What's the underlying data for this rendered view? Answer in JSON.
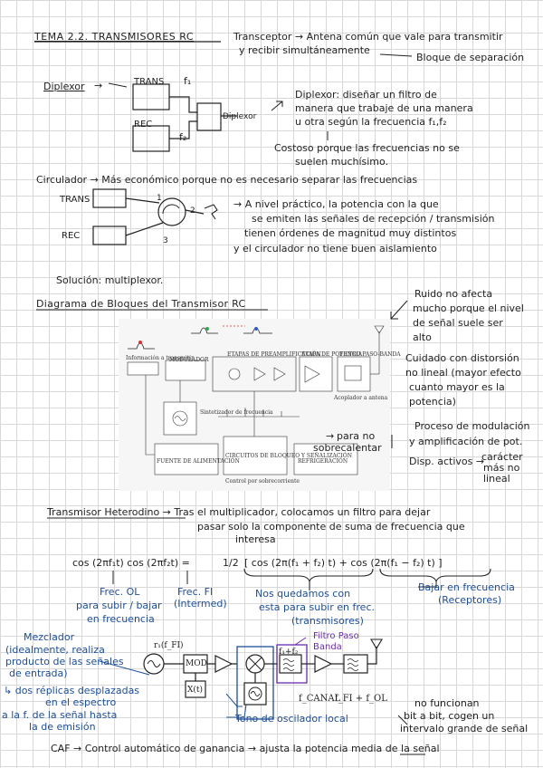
{
  "title": "TEMA 2.2. TRANSMISORES RC",
  "transceptor": {
    "line1": "Transceptor → Antena común que vale para transmitir",
    "line2": "y recibir simultáneamente",
    "bloque": "Bloque de separación"
  },
  "diplexor": {
    "label": "Diplexor",
    "trans": "TRANS",
    "rec": "REC",
    "f1": "f₁",
    "f2": "f₂",
    "box": "Diplexor",
    "note": [
      "Diplexor: diseñar un filtro de",
      "manera que trabaje de una manera",
      "u otra según la frecuencia f₁,f₂",
      "Costoso porque las frecuencias no se",
      "suelen muchísimo."
    ]
  },
  "circulador": {
    "line": "Circulador → Más económico porque no es necesario separar las frecuencias",
    "trans": "TRANS",
    "rec": "REC",
    "p1": "1",
    "p2": "2",
    "p3": "3",
    "note": [
      "→ A nivel práctico, la potencia con la que",
      "se emiten las señales de recepción / transmisión",
      "tienen órdenes de magnitud muy distintos",
      "y el circulador no tiene buen aislamiento"
    ]
  },
  "solucion": "Solución: multiplexor.",
  "diagrama_title": "Diagrama de Bloques del Transmisor RC",
  "side_notes": [
    "Ruido no afecta",
    "mucho porque el nivel",
    "de señal suele ser",
    "alto",
    "Cuidado con distorsión",
    "no lineal (mayor efecto",
    "cuanto mayor es la",
    "potencia)",
    "Proceso de modulación",
    "y amplificación de pot.",
    "Disp. activos →",
    "carácter",
    "más no",
    "lineal"
  ],
  "figure": {
    "labels": [
      "Información a transmitir",
      "MODULADOR",
      "ETAPAS DE PREAMPLIFICACIÓN",
      "ETAPA DE POTENCIA",
      "FILTRO PASO-BANDA",
      "FUENTE DE ALIMENTACIÓN",
      "CIRCUITOS DE BLOQUEO Y SEÑALIZACIÓN",
      "REFRIGERACIÓN",
      "Sintetizador de frecuencia",
      "Control por sobrecorriente",
      "Acoplador a antena"
    ],
    "para_no": "para no",
    "sobrecalentar": "sobrecalentar"
  },
  "heterodino": {
    "line1": "Transmisor Heterodino → Tras el multiplicador, colocamos un filtro para dejar",
    "line2": "pasar solo la componente de suma de frecuencia que",
    "line3": "interesa"
  },
  "formula": {
    "lhs": "cos (2πf₁t) cos (2πf₂t) = ",
    "half": "1/2",
    "rhs": "[ cos (2π(f₁ + f₂) t)  + cos (2π(f₁ − f₂) t) ]"
  },
  "annotations": {
    "frec_ol": [
      "Frec. OL",
      "para subir / bajar",
      "en frecuencia"
    ],
    "frec_fi": [
      "Frec. FI",
      "(Intermed)"
    ],
    "nos_quedamos": [
      "Nos quedamos con",
      "esta para subir en frec.",
      "(transmisores)"
    ],
    "bajar": [
      "Bajar en frecuencia",
      "(Receptores)"
    ]
  },
  "mezclador": {
    "title": "Mezclador",
    "lines": [
      "(idealmente, realiza",
      "producto de las señales",
      "de entrada)",
      "↳ dos réplicas desplazadas",
      "en el espectro",
      "a la f. de la señal hasta",
      "la de emisión"
    ]
  },
  "block2": {
    "fi": "r₁(f_FI)",
    "mod": "MOD",
    "xt": "X(t)",
    "filter": "Filtro Paso Banda",
    "fsum": "f₁+f₂",
    "fcanal": "f_CANAL",
    "fcalc": "f_FI + f_OL",
    "tono": "Tono de oscilador local"
  },
  "no_funcionan": [
    "no funcionan",
    "bit a bit, cogen un",
    "intervalo grande de señal"
  ],
  "caf": "CAF → Control automático de ganancia → ajusta la potencia media de la señal",
  "colors": {
    "ink": "#1f1f1f",
    "blue": "#1d4e9a",
    "purple": "#6a2bb0",
    "grid": "#d8d8d8"
  }
}
